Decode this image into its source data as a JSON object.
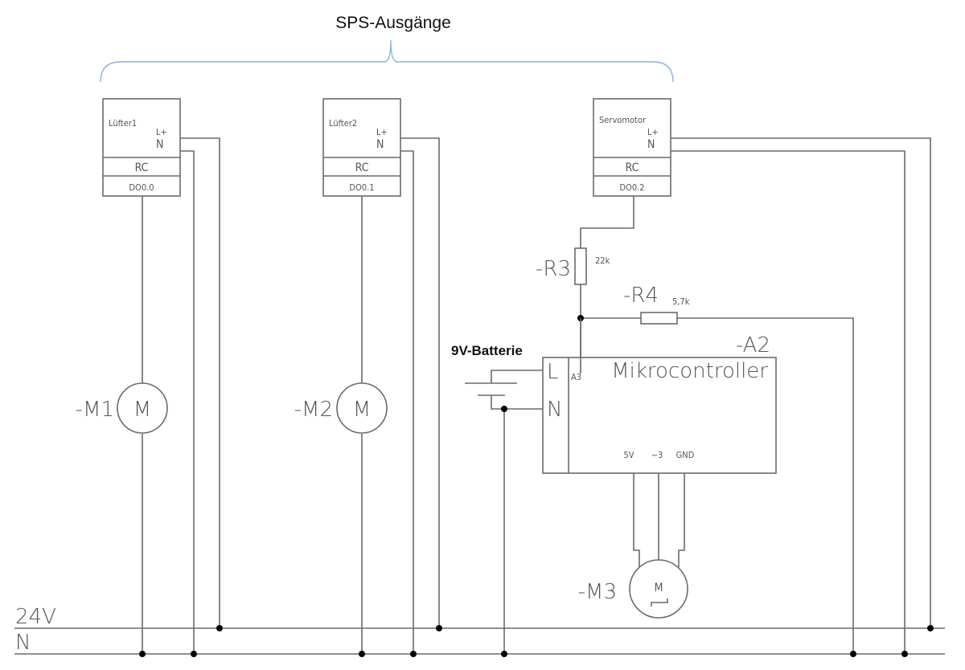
{
  "header": {
    "title": "SPS-Ausgänge"
  },
  "colors": {
    "wire": "#6b6b6b",
    "bracket": "#8fb0e0",
    "text": "#555555"
  },
  "modules": [
    {
      "name": "Lüfter1",
      "pin_l": "L+",
      "pin_n": "N",
      "type": "RC",
      "output": "DO0.0"
    },
    {
      "name": "Lüfter2",
      "pin_l": "L+",
      "pin_n": "N",
      "type": "RC",
      "output": "DO0.1"
    },
    {
      "name": "Servomotor",
      "pin_l": "L+",
      "pin_n": "N",
      "type": "RC",
      "output": "DO0.2"
    }
  ],
  "motors": [
    {
      "ref": "-M1",
      "symbol": "M"
    },
    {
      "ref": "-M2",
      "symbol": "M"
    },
    {
      "ref": "-M3",
      "symbol": "M"
    }
  ],
  "resistors": [
    {
      "ref": "-R3",
      "value": "22k"
    },
    {
      "ref": "-R4",
      "value": "5,7k"
    }
  ],
  "battery": {
    "label": "9V-Batterie"
  },
  "microcontroller": {
    "ref": "-A2",
    "label": "Mikrocontroller",
    "pin_l": "L",
    "pin_n": "N",
    "pin_a3": "A3",
    "pin_5v": "5V",
    "pin_pwm": "~3",
    "pin_gnd": "GND"
  },
  "rails": {
    "supply": "24V",
    "neutral": "N"
  }
}
